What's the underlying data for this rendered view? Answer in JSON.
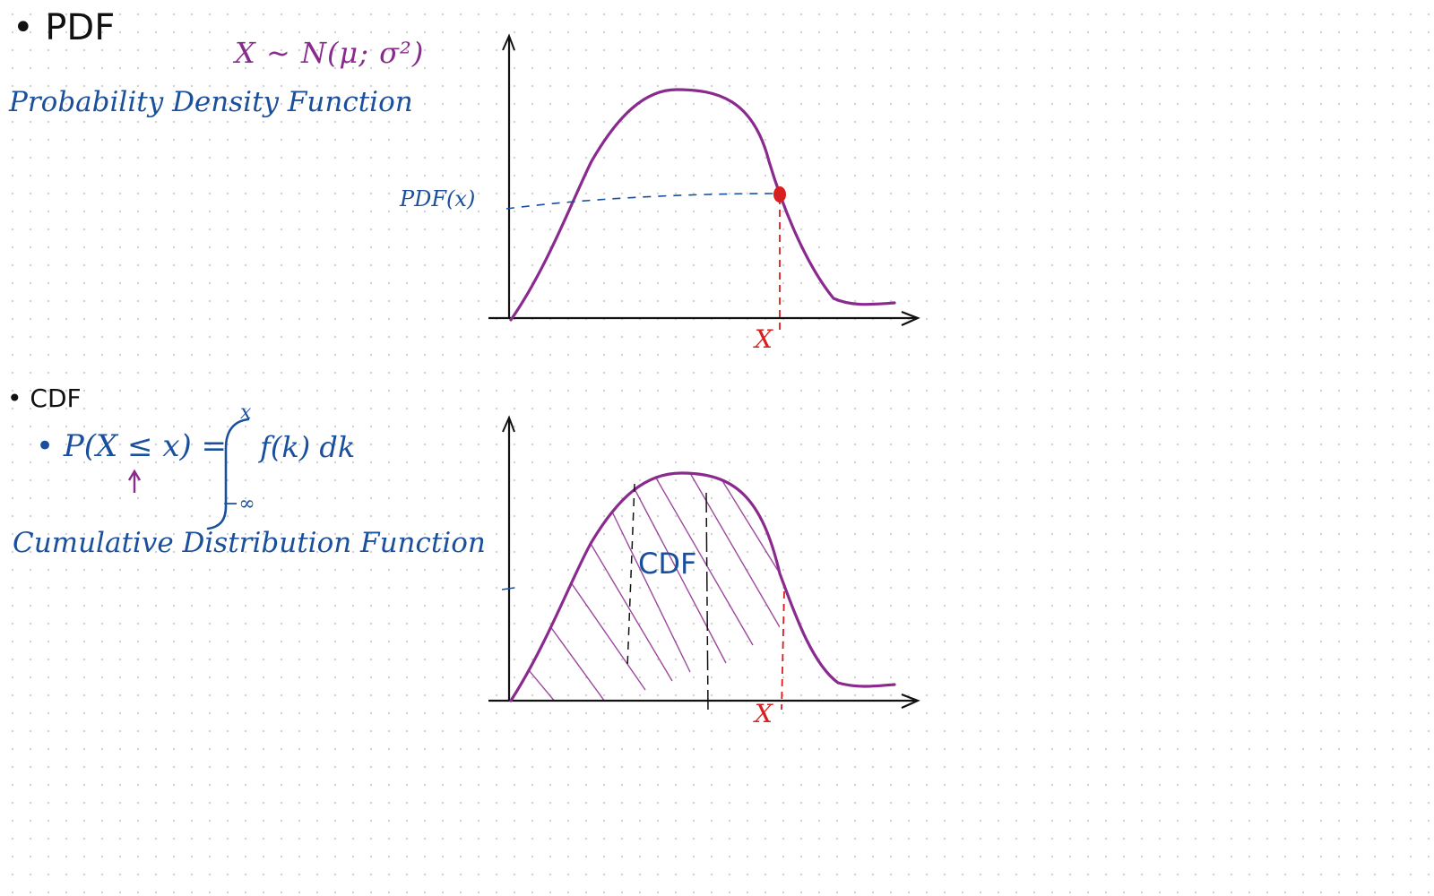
{
  "sections": {
    "pdf": {
      "bullet_title": "• PDF",
      "distribution": "X ~ N(μ; σ²)",
      "full_name": "Probability Density Function",
      "value_label": "PDF(x)",
      "x_marker": "X"
    },
    "cdf": {
      "bullet_title": "• CDF",
      "formula_lhs": "• P(X ≤ x) =",
      "integral_upper": "x",
      "integral_lower": "−∞",
      "integrand": "f(k) dk",
      "full_name": "Cumulative Distribution Function",
      "area_label": "CDF",
      "x_marker": "X"
    }
  },
  "colors": {
    "curve": "#8a2a8e",
    "annotation_blue": "#1a4f9c",
    "marker_red": "#d81f1f",
    "axes": "#111111"
  },
  "icons": [
    "up-arrow-icon",
    "integral-sign-icon",
    "red-point-icon"
  ]
}
